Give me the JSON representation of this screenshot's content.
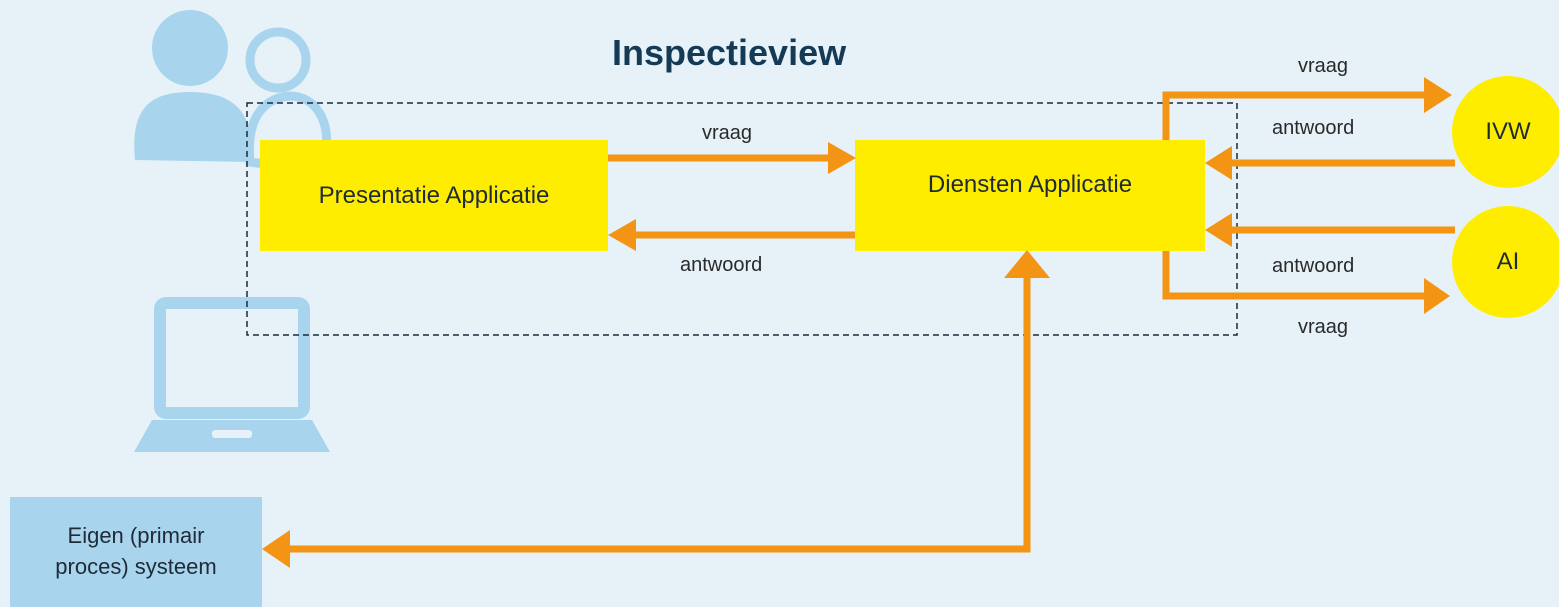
{
  "title": "Inspectieview",
  "nodes": {
    "presentatie": "Presentatie Applicatie",
    "diensten": "Diensten Applicatie",
    "ivw": "IVW",
    "ai": "AI",
    "eigen_line1": "Eigen (primair",
    "eigen_line2": "proces) systeem"
  },
  "edges": {
    "pres_to_diensten": "vraag",
    "diensten_to_pres": "antwoord",
    "to_ivw": "vraag",
    "from_ivw": "antwoord",
    "from_ai": "antwoord",
    "to_ai": "vraag"
  },
  "colors": {
    "background": "#e6f2f8",
    "box": "#ffed00",
    "arrow": "#f39414",
    "icon": "#a8d4ee",
    "title": "#153a55",
    "dashed_border": "#1a2a3a"
  },
  "icons": [
    "users-icon",
    "laptop-icon"
  ]
}
